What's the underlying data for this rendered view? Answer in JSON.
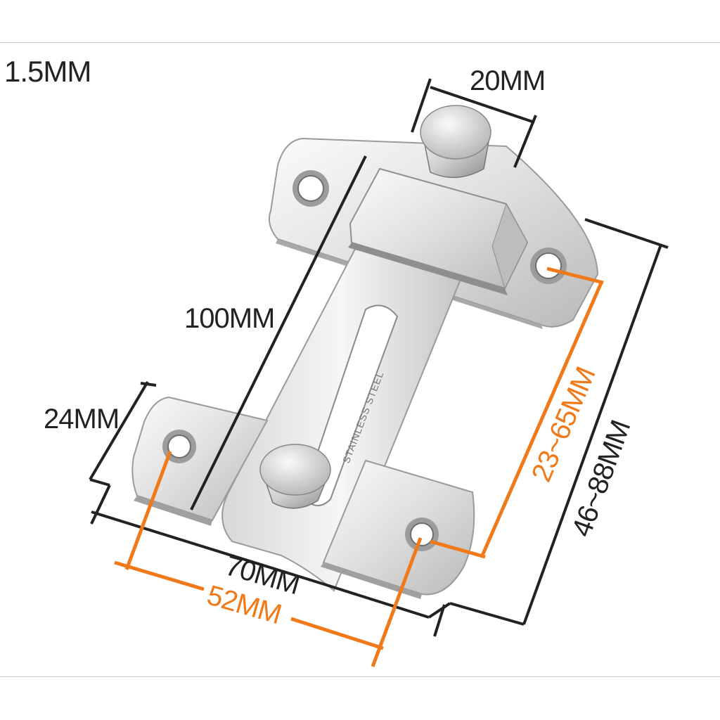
{
  "product": {
    "thickness_label": "1.5MM",
    "engraving": "STAINLESS STEEL",
    "colors": {
      "steel_light": "#f2f2f2",
      "steel_mid": "#c9c9c9",
      "steel_dark": "#8f8f8f",
      "dimension_black": "#222222",
      "dimension_orange": "#f07a1a"
    }
  },
  "dimensions": {
    "knob_width": "20MM",
    "slide_length": "100MM",
    "plate_height": "24MM",
    "base_width": "70MM",
    "hole_spacing": "52MM",
    "slide_range": "23~65MM",
    "overall_range": "46~88MM"
  }
}
